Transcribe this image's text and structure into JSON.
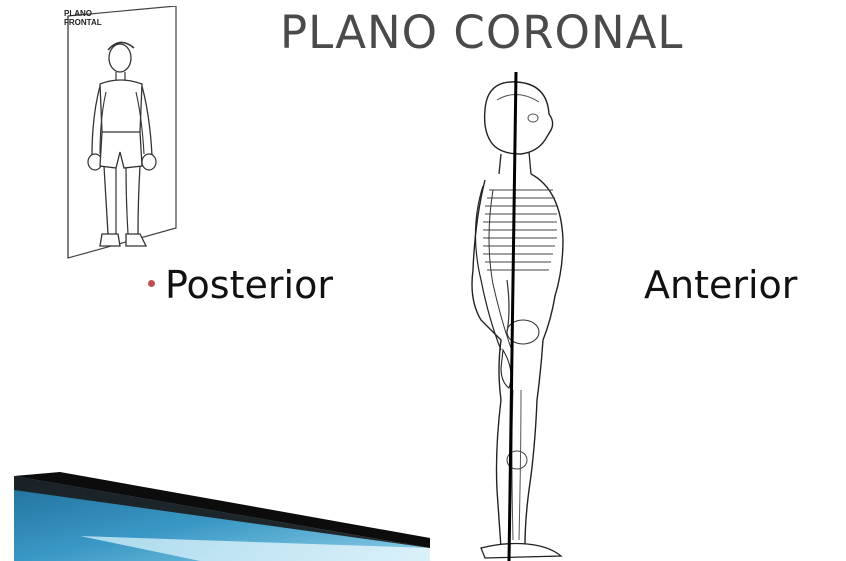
{
  "slide": {
    "title": "PLANO CORONAL",
    "inset_label_line1": "PLANO",
    "inset_label_line2": "FRONTAL",
    "posterior_label": "Posterior",
    "anterior_label": "Anterior"
  },
  "colors": {
    "title": "#4a4a4a",
    "bullet": "#c0504d",
    "swoosh_dark": "#0c0c0c",
    "swoosh_blue": "#2f86b3",
    "swoosh_light": "#7cc3e0"
  }
}
